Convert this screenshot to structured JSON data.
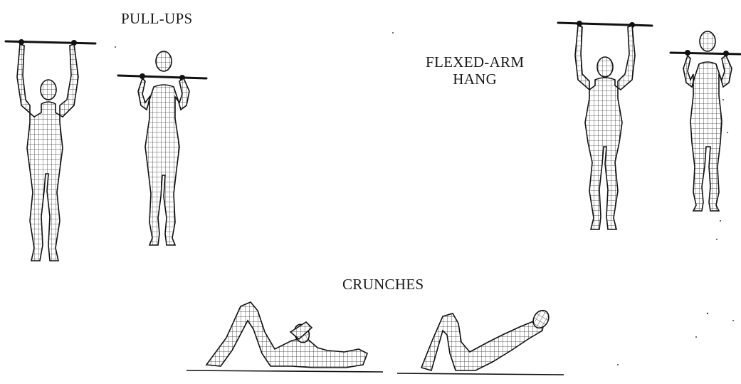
{
  "labels": {
    "pull_ups": "PULL-UPS",
    "flexed_arm_hang_line1": "FLEXED-ARM",
    "flexed_arm_hang_line2": "HANG",
    "crunches": "CRUNCHES"
  },
  "colors": {
    "ink": "#111111",
    "background": "#ffffff"
  }
}
